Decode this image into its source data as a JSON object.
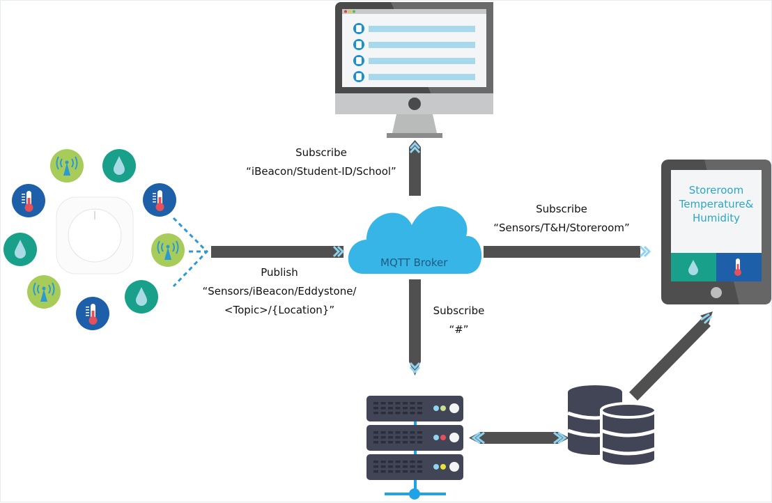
{
  "broker": {
    "label": "MQTT Broker"
  },
  "flows": {
    "publish": {
      "action": "Publish",
      "topic_line1": "“Sensors/iBeacon/Eddystone/",
      "topic_line2": "<Topic>/{Location}”"
    },
    "subscribe_desktop": {
      "action": "Subscribe",
      "topic": "“iBeacon/Student-ID/School”"
    },
    "subscribe_tablet": {
      "action": "Subscribe",
      "topic": "“Sensors/T&H/Storeroom”"
    },
    "subscribe_server": {
      "action": "Subscribe",
      "topic": "“#”"
    }
  },
  "tablet": {
    "title_lines": [
      "Storeroom",
      "Temperature&",
      "Humidity"
    ],
    "tiles": [
      "humidity-icon",
      "thermometer-icon"
    ]
  },
  "desktop": {
    "rows": 4
  },
  "gateway": {
    "sensors": [
      "beacon",
      "humidity",
      "thermometer",
      "beacon",
      "humidity",
      "thermometer",
      "humidity",
      "thermometer"
    ]
  },
  "server": {
    "units": [
      {
        "leds": [
          "#8fd3f0",
          "#c8e28f"
        ]
      },
      {
        "leds": [
          "#8fd3f0",
          "#e5505d"
        ]
      },
      {
        "leds": [
          "#8fd3f0",
          "#e8e23a"
        ]
      }
    ]
  },
  "colors": {
    "arrow": "#505050",
    "accent": "#8fd3f0",
    "cloud": "#37b5e6",
    "beacon": "#a7cc5a",
    "humidity": "#19a08a",
    "thermo": "#1d5fa8",
    "dark": "#414556"
  }
}
